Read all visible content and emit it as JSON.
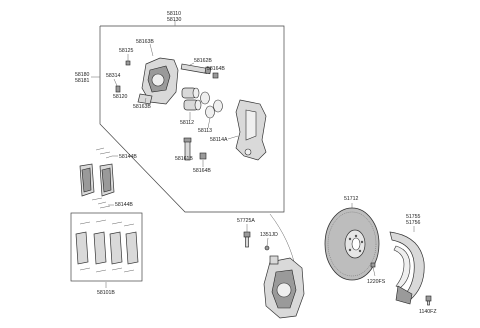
{
  "labels": {
    "top_main_1": "58110",
    "top_main_2": "58130",
    "side_1": "58180",
    "side_2": "58181",
    "p58163B": "58163B",
    "p58125": "58125",
    "p58314": "58314",
    "p58120": "58120",
    "p58163B_2": "58163B",
    "p58162B": "58162B",
    "p58164B": "58164B",
    "p58112": "58112",
    "p58113": "58113",
    "p58114A": "58114A",
    "p58161B": "58161B",
    "p58164B_2": "58164B",
    "p58144B": "58144B",
    "p58144B_2": "58144B",
    "p58101B": "58101B",
    "p57725A": "57725A",
    "p1351JD": "1351JD",
    "p51712": "51712",
    "p51755": "51755",
    "p51756": "51756",
    "p1220FS": "1220FS",
    "p1140FZ": "1140FZ"
  }
}
